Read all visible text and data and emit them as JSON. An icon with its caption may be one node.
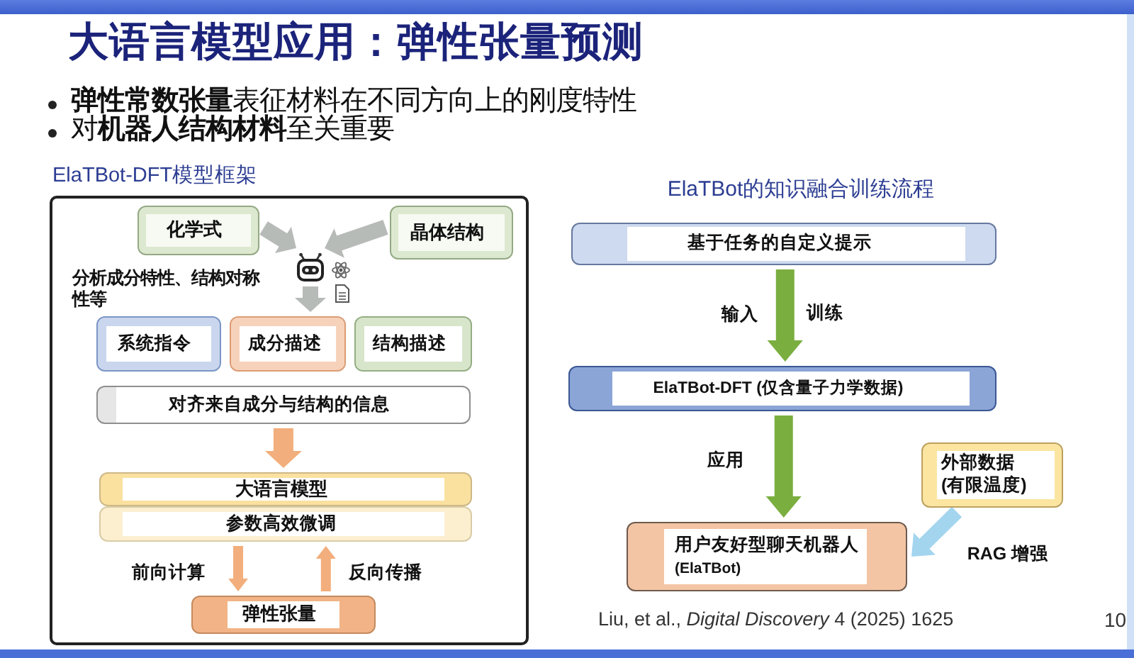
{
  "diagram": {
    "title": "大语言模型应用：弹性张量预测",
    "nodes": [
      {
        "text": [
          "ElaTBot-DFT模型框架"
        ]
      },
      {
        "text": [
          "化学式"
        ],
        "in": 0
      },
      {
        "text": [
          "晶体结构"
        ],
        "in": 0
      },
      {
        "text": [],
        "shape": "picture",
        "in": 0
      },
      {
        "text": [
          "系统指令"
        ],
        "in": 0
      },
      {
        "text": [
          "成分描述"
        ],
        "in": 0
      },
      {
        "text": [
          "结构描述"
        ],
        "in": 0
      },
      {
        "text": [
          "对齐来自成分与结构的信息"
        ],
        "in": 0
      },
      {
        "text": [
          "大语言模型"
        ],
        "in": 0
      },
      {
        "text": [
          "参数高效微调"
        ],
        "in": 0
      },
      {
        "text": [
          "弹性张量"
        ],
        "in": 0
      },
      {
        "text": [
          "基于任务的自定义提示"
        ]
      },
      {
        "text": [
          "ElaTBot-DFT (仅含量子力学数据)"
        ]
      },
      {
        "text": [
          "外部数据 (有限温度)"
        ]
      },
      {
        "text": [
          "用户友好型聊天机器人",
          "(ElaTBot)"
        ]
      }
    ],
    "edges": [
      {
        "from": 1,
        "to": 3,
        "arrow": "to",
        "color": "#b7bbb8"
      },
      {
        "from": 2,
        "to": 3,
        "arrow": "to",
        "color": "#b7bbb8"
      },
      {
        "from": 3,
        "to": 5,
        "arrow": "to",
        "color": "#b7bbb8"
      },
      {
        "from": 7,
        "to": 8,
        "arrow": "to"
      },
      {
        "from": 9,
        "to": 10,
        "arrow": "to",
        "label": "前向计算"
      },
      {
        "from": 10,
        "to": 9,
        "arrow": "to",
        "label": "反向传播"
      },
      {
        "from": 11,
        "to": 12,
        "arrow": "to",
        "label": "输入",
        "color": "#7aae3f"
      },
      {
        "from": 12,
        "to": 14,
        "arrow": "to",
        "label": "应用",
        "color": "#7aae3f"
      },
      {
        "from": 13,
        "to": 14,
        "arrow": "to",
        "label": "RAG 增强",
        "color": "#a3d5ef"
      }
    ],
    "labels": [
      "**弹性常数张量**表征材料在不同方向上的刚度特性",
      "对**机器人结构材料**至关重要",
      "分析成分特性、结构对称性等",
      "ElaTBot的知识融合训练流程",
      "训练",
      "Liu, et al., *Digital Discovery* 4 (2025) 1625",
      "10"
    ]
  }
}
